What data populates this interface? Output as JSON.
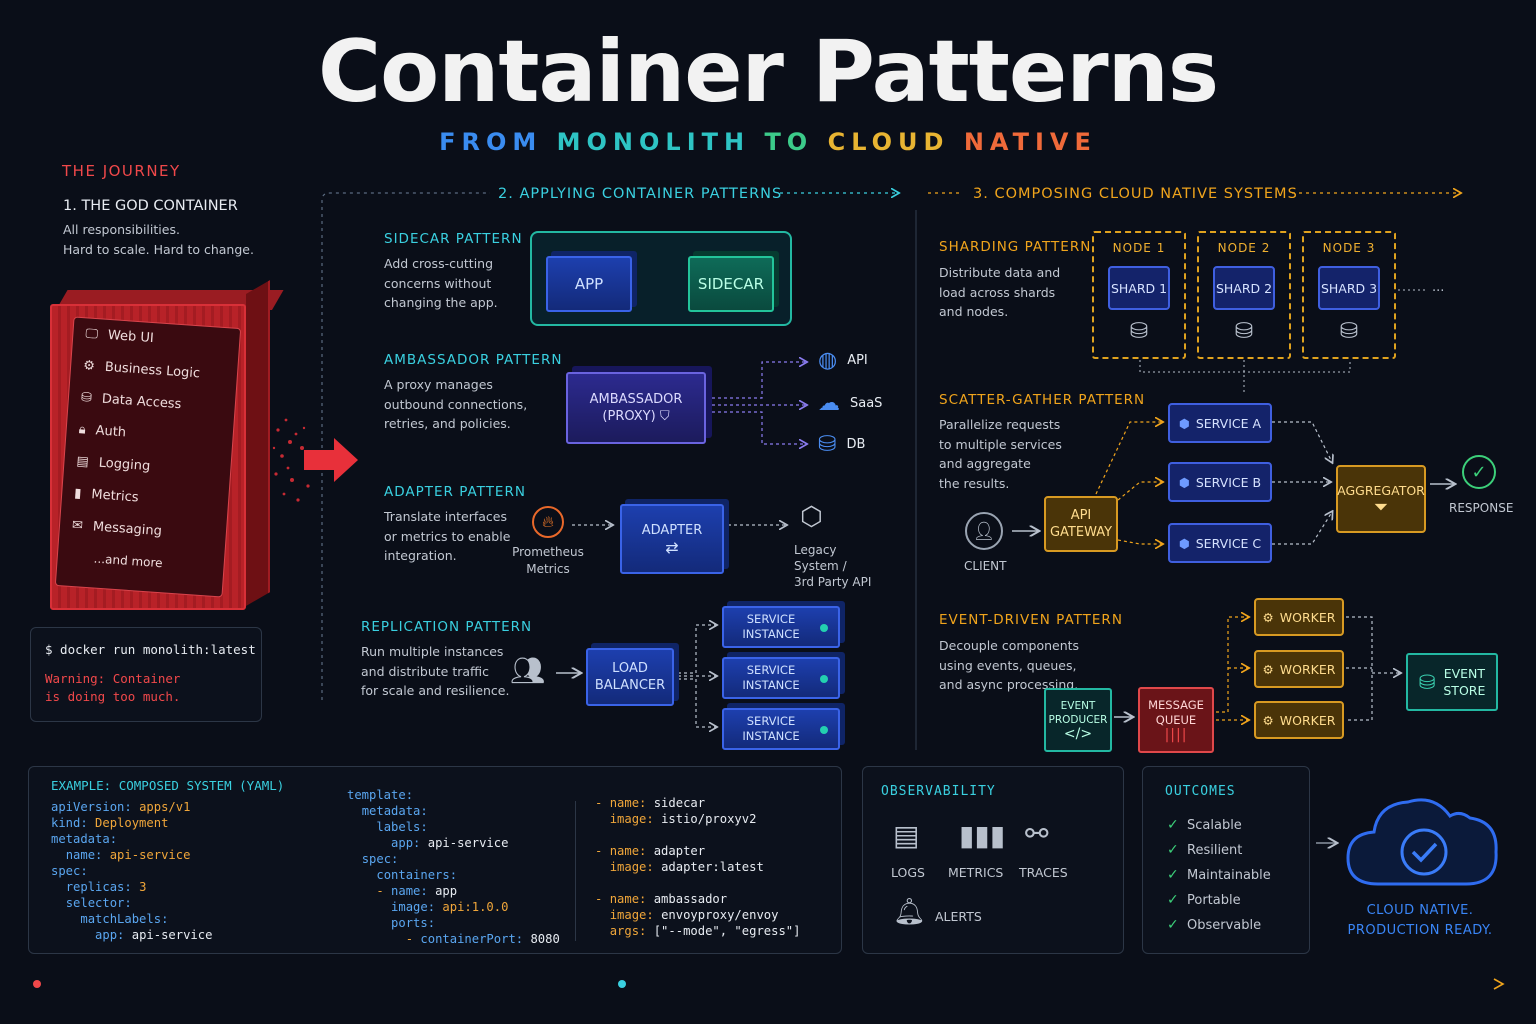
{
  "title": "Container Patterns",
  "subtitle": {
    "w1": "FROM",
    "w2": "MONOLITH",
    "w3": "TO",
    "w4": "CLOUD",
    "w5": "NATIVE"
  },
  "journey": {
    "heading": "THE JOURNEY",
    "step": "1. THE GOD CONTAINER",
    "desc1": "All responsibilities.",
    "desc2": "Hard to scale. Hard to change.",
    "items": [
      "Web UI",
      "Business Logic",
      "Data Access",
      "Auth",
      "Logging",
      "Metrics",
      "Messaging",
      "...and more"
    ],
    "terminal": {
      "cmd": "$ docker run monolith:latest",
      "warn1": "Warning: Container",
      "warn2": "is doing too much."
    }
  },
  "section2": {
    "heading": "2. APPLYING CONTAINER PATTERNS"
  },
  "section3": {
    "heading": "3. COMPOSING CLOUD NATIVE SYSTEMS"
  },
  "sidecar": {
    "title": "SIDECAR PATTERN",
    "d1": "Add cross-cutting",
    "d2": "concerns without",
    "d3": "changing the app.",
    "app": "APP",
    "sidecar": "SIDECAR"
  },
  "ambassador": {
    "title": "AMBASSADOR PATTERN",
    "d1": "A proxy manages",
    "d2": "outbound connections,",
    "d3": "retries, and policies.",
    "box1": "AMBASSADOR",
    "box2": "(PROXY)",
    "api": "API",
    "saas": "SaaS",
    "db": "DB"
  },
  "adapter": {
    "title": "ADAPTER PATTERN",
    "d1": "Translate interfaces",
    "d2": "or metrics to enable",
    "d3": "integration.",
    "src1": "Prometheus",
    "src2": "Metrics",
    "box": "ADAPTER",
    "dst1": "Legacy",
    "dst2": "System /",
    "dst3": "3rd Party API"
  },
  "replication": {
    "title": "REPLICATION PATTERN",
    "d1": "Run multiple instances",
    "d2": "and distribute traffic",
    "d3": "for scale and resilience.",
    "lb1": "LOAD",
    "lb2": "BALANCER",
    "inst1": "SERVICE",
    "inst2": "INSTANCE"
  },
  "sharding": {
    "title": "SHARDING PATTERN",
    "d1": "Distribute data and",
    "d2": "load across shards",
    "d3": "and nodes.",
    "nodes": [
      "NODE 1",
      "NODE 2",
      "NODE 3"
    ],
    "shards": [
      "SHARD 1",
      "SHARD 2",
      "SHARD 3"
    ],
    "more": "..."
  },
  "scatter": {
    "title": "SCATTER-GATHER PATTERN",
    "d1": "Parallelize requests",
    "d2": "to multiple services",
    "d3": "and aggregate",
    "d4": "the results.",
    "client": "CLIENT",
    "gw1": "API",
    "gw2": "GATEWAY",
    "services": [
      "SERVICE A",
      "SERVICE B",
      "SERVICE C"
    ],
    "agg": "AGGREGATOR",
    "resp": "RESPONSE"
  },
  "event": {
    "title": "EVENT-DRIVEN PATTERN",
    "d1": "Decouple components",
    "d2": "using events, queues,",
    "d3": "and async processing.",
    "prod1": "EVENT",
    "prod2": "PRODUCER",
    "q1": "MESSAGE",
    "q2": "QUEUE",
    "worker": "WORKER",
    "store1": "EVENT",
    "store2": "STORE"
  },
  "yaml": {
    "heading": "EXAMPLE: COMPOSED SYSTEM (YAML)"
  },
  "observability": {
    "heading": "OBSERVABILITY",
    "logs": "LOGS",
    "metrics": "METRICS",
    "traces": "TRACES",
    "alerts": "ALERTS"
  },
  "outcomes": {
    "heading": "OUTCOMES",
    "items": [
      "Scalable",
      "Resilient",
      "Maintainable",
      "Portable",
      "Observable"
    ]
  },
  "cloud": {
    "l1": "CLOUD NATIVE.",
    "l2": "PRODUCTION READY."
  },
  "colors": {
    "red": "#f0484a",
    "cyan": "#3ad0e0",
    "orange": "#f0a41c",
    "blue": "#3a63e8"
  }
}
